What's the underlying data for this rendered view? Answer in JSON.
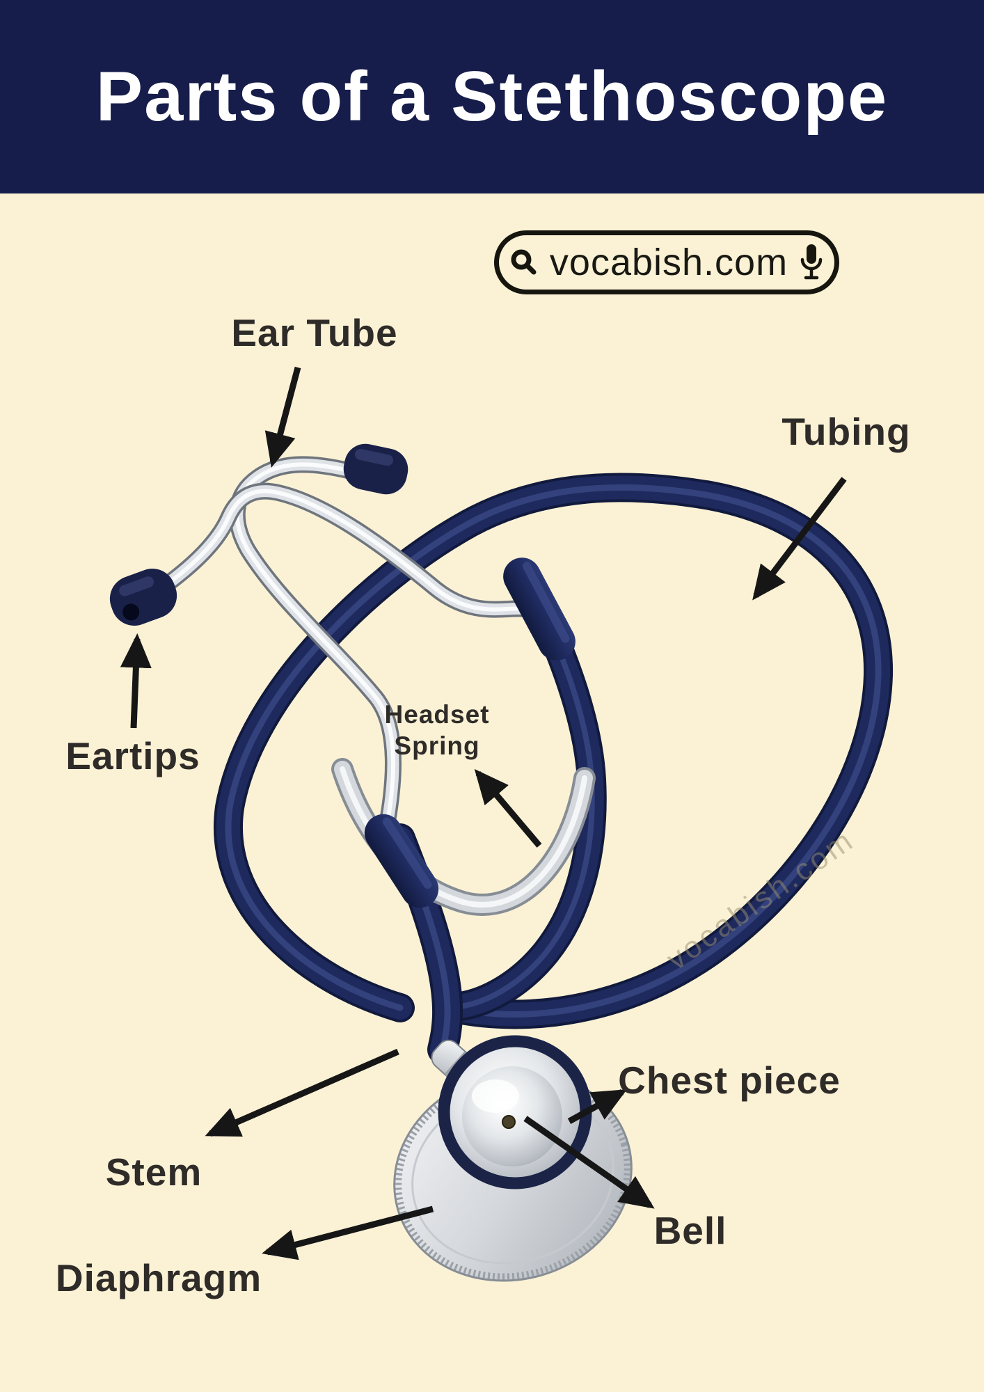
{
  "header": {
    "title": "Parts of a Stethoscope",
    "background_color": "#161d4a",
    "text_color": "#ffffff"
  },
  "badge": {
    "text": "vocabish.com",
    "search_icon": "magnifier-icon",
    "mic_icon": "microphone-icon"
  },
  "watermark": {
    "text": "vocabish.com"
  },
  "labels": {
    "ear_tube": {
      "text": "Ear Tube"
    },
    "tubing": {
      "text": "Tubing"
    },
    "eartips": {
      "text": "Eartips"
    },
    "headset_spring": {
      "line1": "Headset",
      "line2": "Spring"
    },
    "stem": {
      "text": "Stem"
    },
    "chest_piece": {
      "text": "Chest piece"
    },
    "bell": {
      "text": "Bell"
    },
    "diaphragm": {
      "text": "Diaphragm"
    }
  },
  "colors": {
    "background": "#fbf2d5",
    "tubing_navy": "#1e2a5e",
    "tubing_shadow": "#111a3d",
    "chrome_light": "#e9ebee",
    "chrome_dark": "#7c828a",
    "arrow_black": "#161616",
    "label_text": "#2e2b28"
  }
}
